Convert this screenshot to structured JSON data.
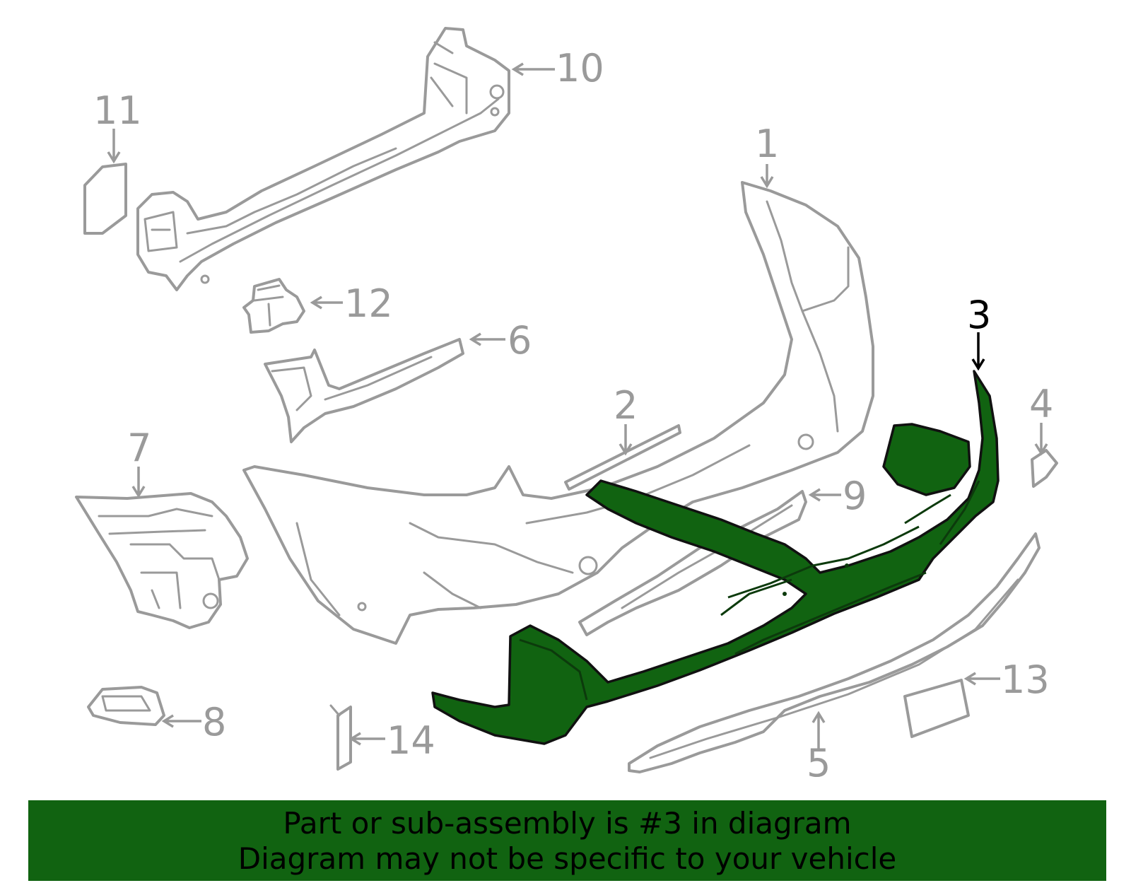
{
  "callouts": {
    "c1": "1",
    "c2": "2",
    "c3": "3",
    "c4": "4",
    "c5": "5",
    "c6": "6",
    "c7": "7",
    "c8": "8",
    "c9": "9",
    "c10": "10",
    "c11": "11",
    "c12": "12",
    "c13": "13",
    "c14": "14"
  },
  "highlighted_part": "3",
  "colors": {
    "highlight": "#116311",
    "outline": "#9a9a9a",
    "banner": "#116311"
  },
  "banner": {
    "line1": "Part or sub-assembly is #3 in diagram",
    "line2": "Diagram may not be specific to your vehicle"
  }
}
